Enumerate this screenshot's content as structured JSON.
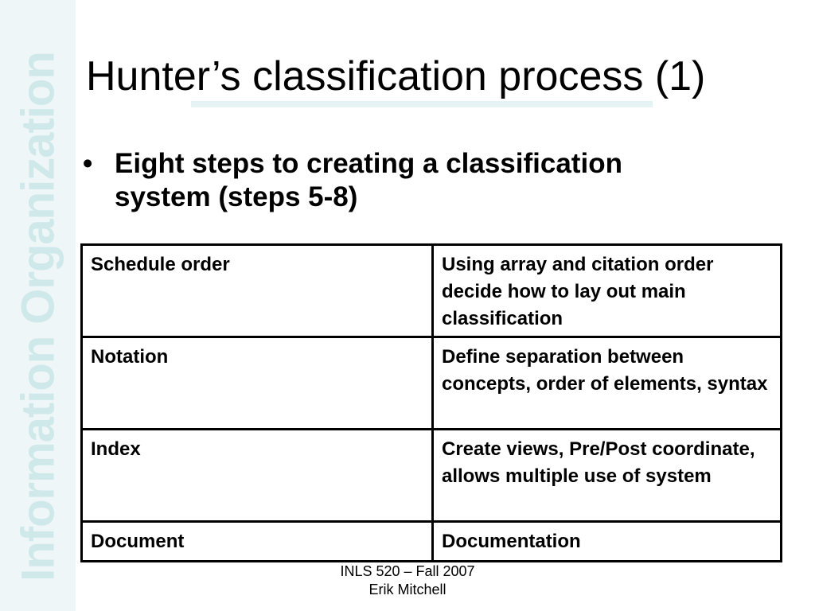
{
  "sidebar": {
    "vertical_text": "Information Organization"
  },
  "slide": {
    "title": "Hunter’s classification process (1)",
    "bullet": {
      "symbol": "•",
      "text": "Eight steps to creating a classification system (steps 5-8)"
    },
    "table": {
      "rows": [
        {
          "step": "Schedule order",
          "description": "Using array and citation order decide how to lay out main classification"
        },
        {
          "step": "Notation",
          "description": "Define separation between concepts, order of elements, syntax"
        },
        {
          "step": "Index",
          "description": "Create views, Pre/Post coordinate, allows multiple use of system"
        },
        {
          "step": "Document",
          "description": "Documentation"
        }
      ]
    }
  },
  "footer": {
    "line1": "INLS 520 – Fall 2007",
    "line2": "Erik Mitchell"
  },
  "colors": {
    "sidebar_background": "#eef6f7",
    "sidebar_text": "#cfe8ea",
    "title_underline": "#e6f3f5",
    "text": "#000000",
    "table_border": "#000000"
  }
}
